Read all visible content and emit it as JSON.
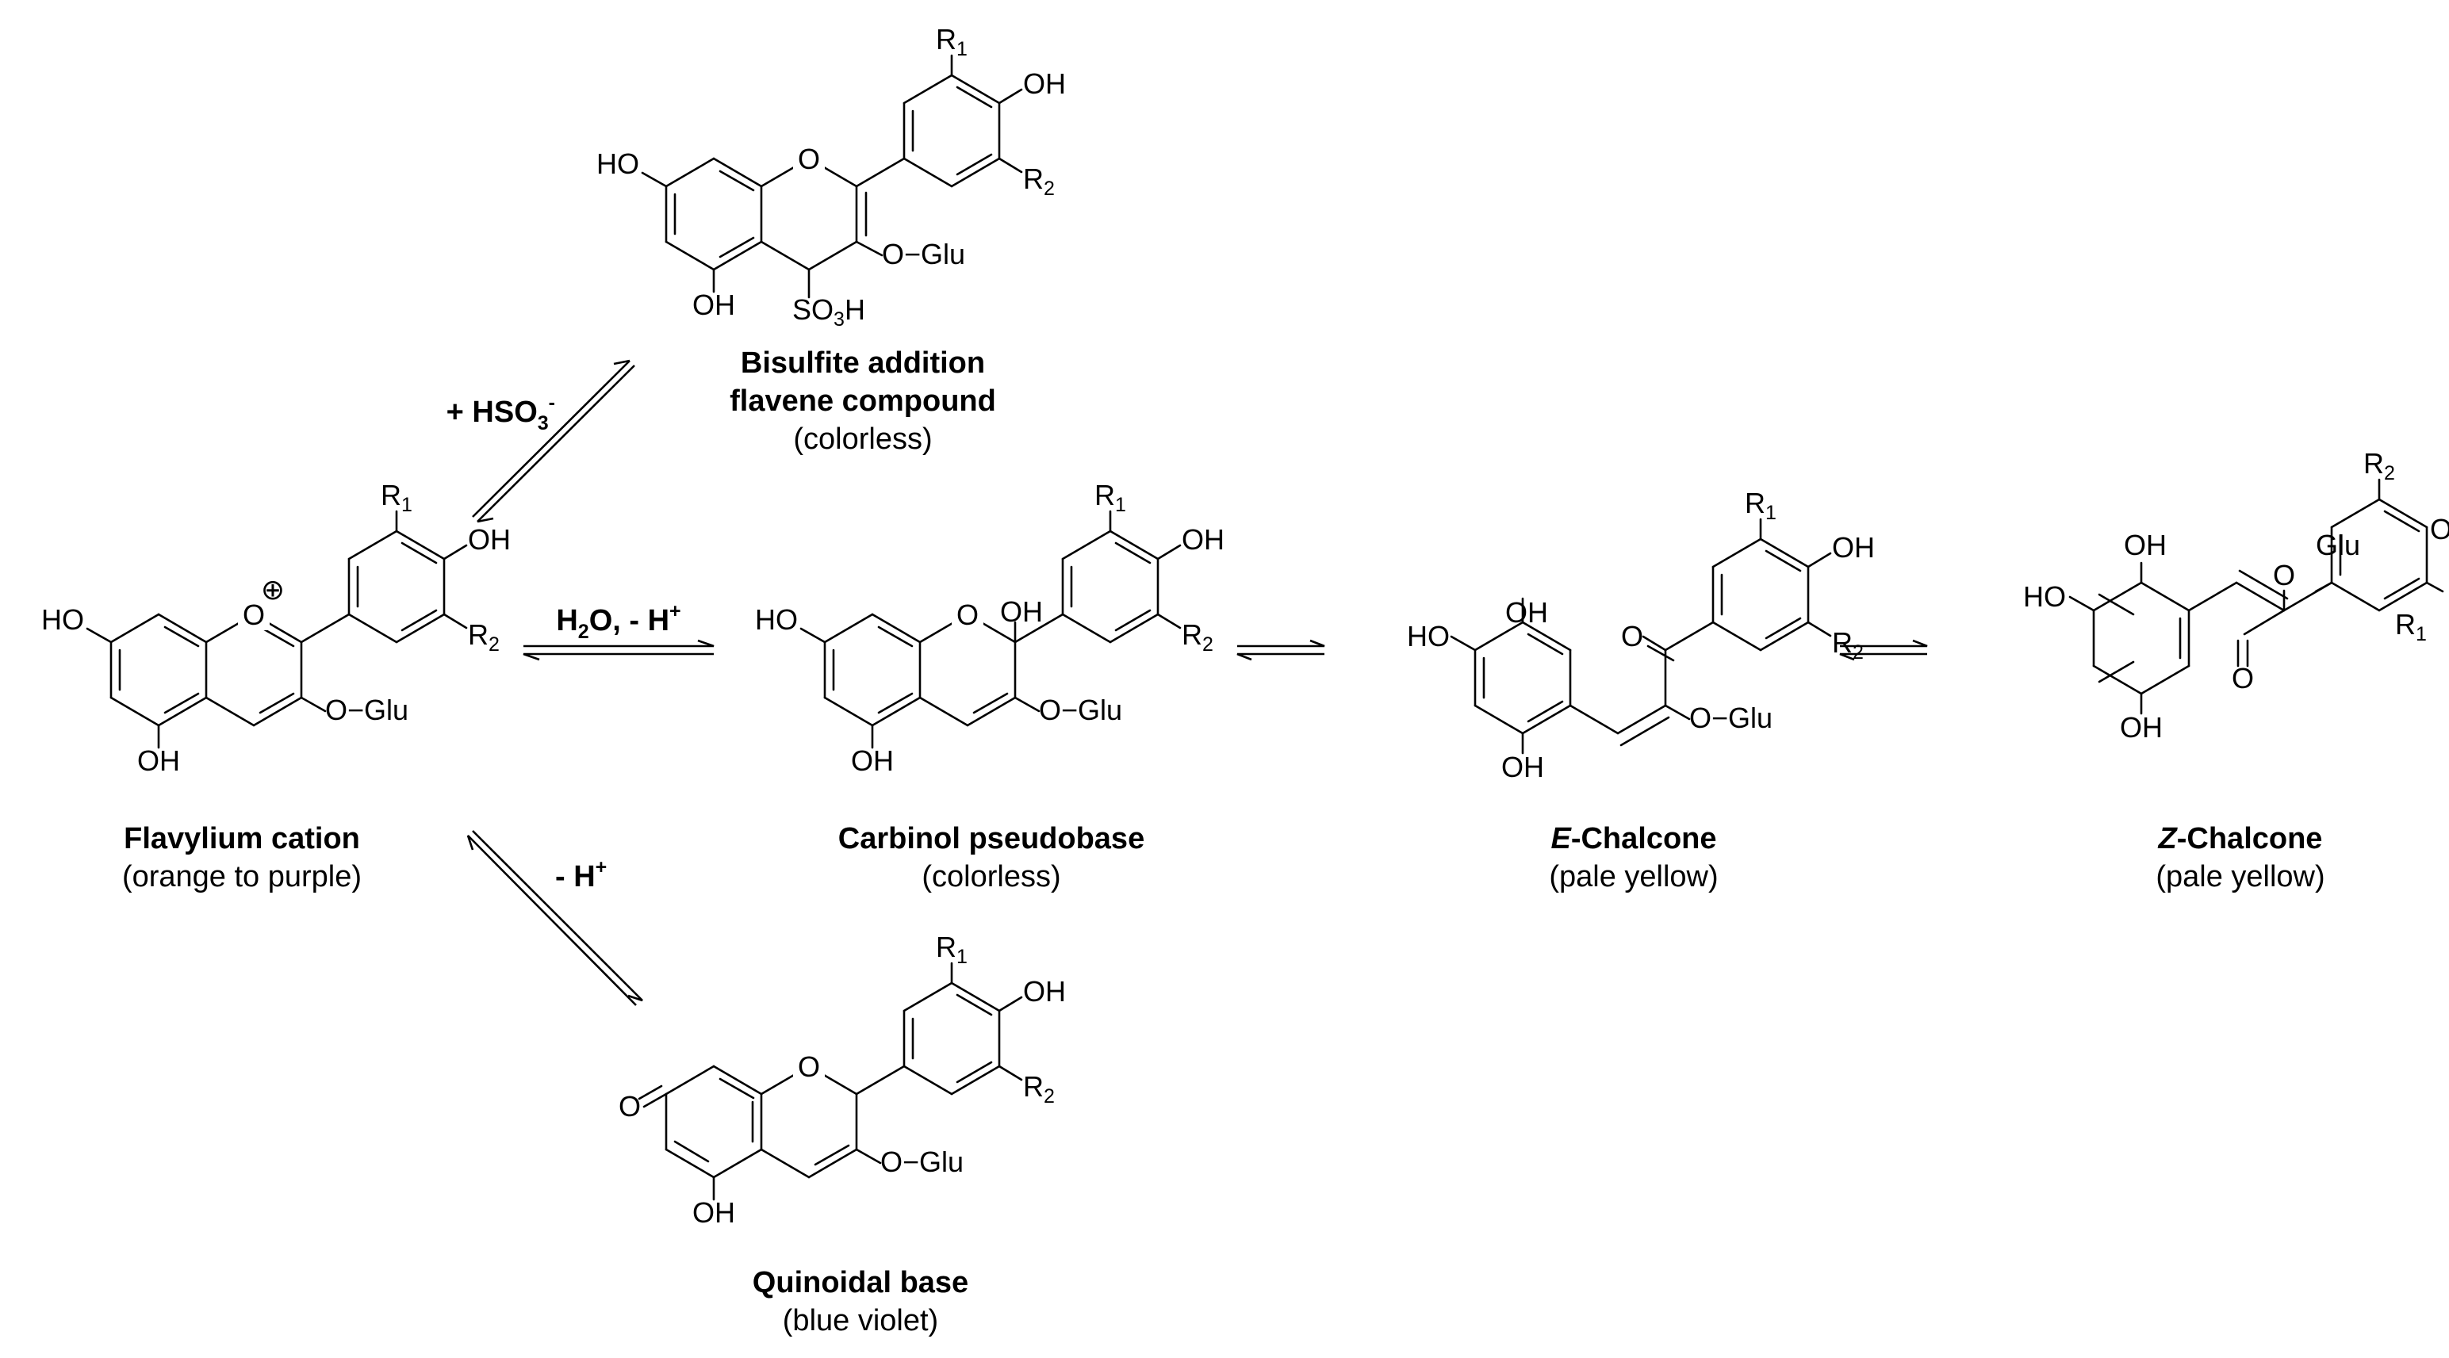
{
  "compounds": {
    "bisulfite": {
      "name": [
        "Bisulfite addition",
        "flavene compound"
      ],
      "color": "(colorless)",
      "substituents": [
        "HO",
        "OH",
        "O",
        "R",
        "1",
        "OH",
        "R",
        "2",
        "O−Glu",
        "SO",
        "3",
        "H"
      ]
    },
    "flavylium": {
      "name": "Flavylium cation",
      "color": "(orange to purple)",
      "substituents": [
        "HO",
        "OH",
        "O",
        "⊕",
        "R",
        "1",
        "OH",
        "R",
        "2",
        "O−Glu"
      ]
    },
    "carbinol": {
      "name": "Carbinol pseudobase",
      "color": "(colorless)",
      "substituents": [
        "HO",
        "OH",
        "O",
        "OH",
        "R",
        "1",
        "OH",
        "R",
        "2",
        "O−Glu"
      ]
    },
    "e_chalcone": {
      "name_prefix": "E",
      "name_rest": "-Chalcone",
      "color": "(pale yellow)",
      "substituents": [
        "HO",
        "OH",
        "OH",
        "O",
        "R",
        "1",
        "OH",
        "R",
        "2",
        "O−Glu"
      ]
    },
    "z_chalcone": {
      "name_prefix": "Z",
      "name_rest": "-Chalcone",
      "color": "(pale yellow)",
      "substituents": [
        "HO",
        "OH",
        "OH",
        "O",
        "Glu",
        "R",
        "2",
        "OH",
        "R",
        "1",
        "O"
      ]
    },
    "quinoidal": {
      "name": "Quinoidal base",
      "color": "(blue violet)",
      "substituents": [
        "O",
        "OH",
        "O",
        "R",
        "1",
        "OH",
        "R",
        "2",
        "O−Glu"
      ]
    }
  },
  "conditions": {
    "bisulfite": {
      "main": "+ HSO",
      "sub": "3",
      "sup": "-"
    },
    "hydration": {
      "main": "H",
      "sub": "2",
      "rest": "O, - H",
      "sup": "+"
    },
    "deprotonation": {
      "main": "- H",
      "sup": "+"
    }
  }
}
